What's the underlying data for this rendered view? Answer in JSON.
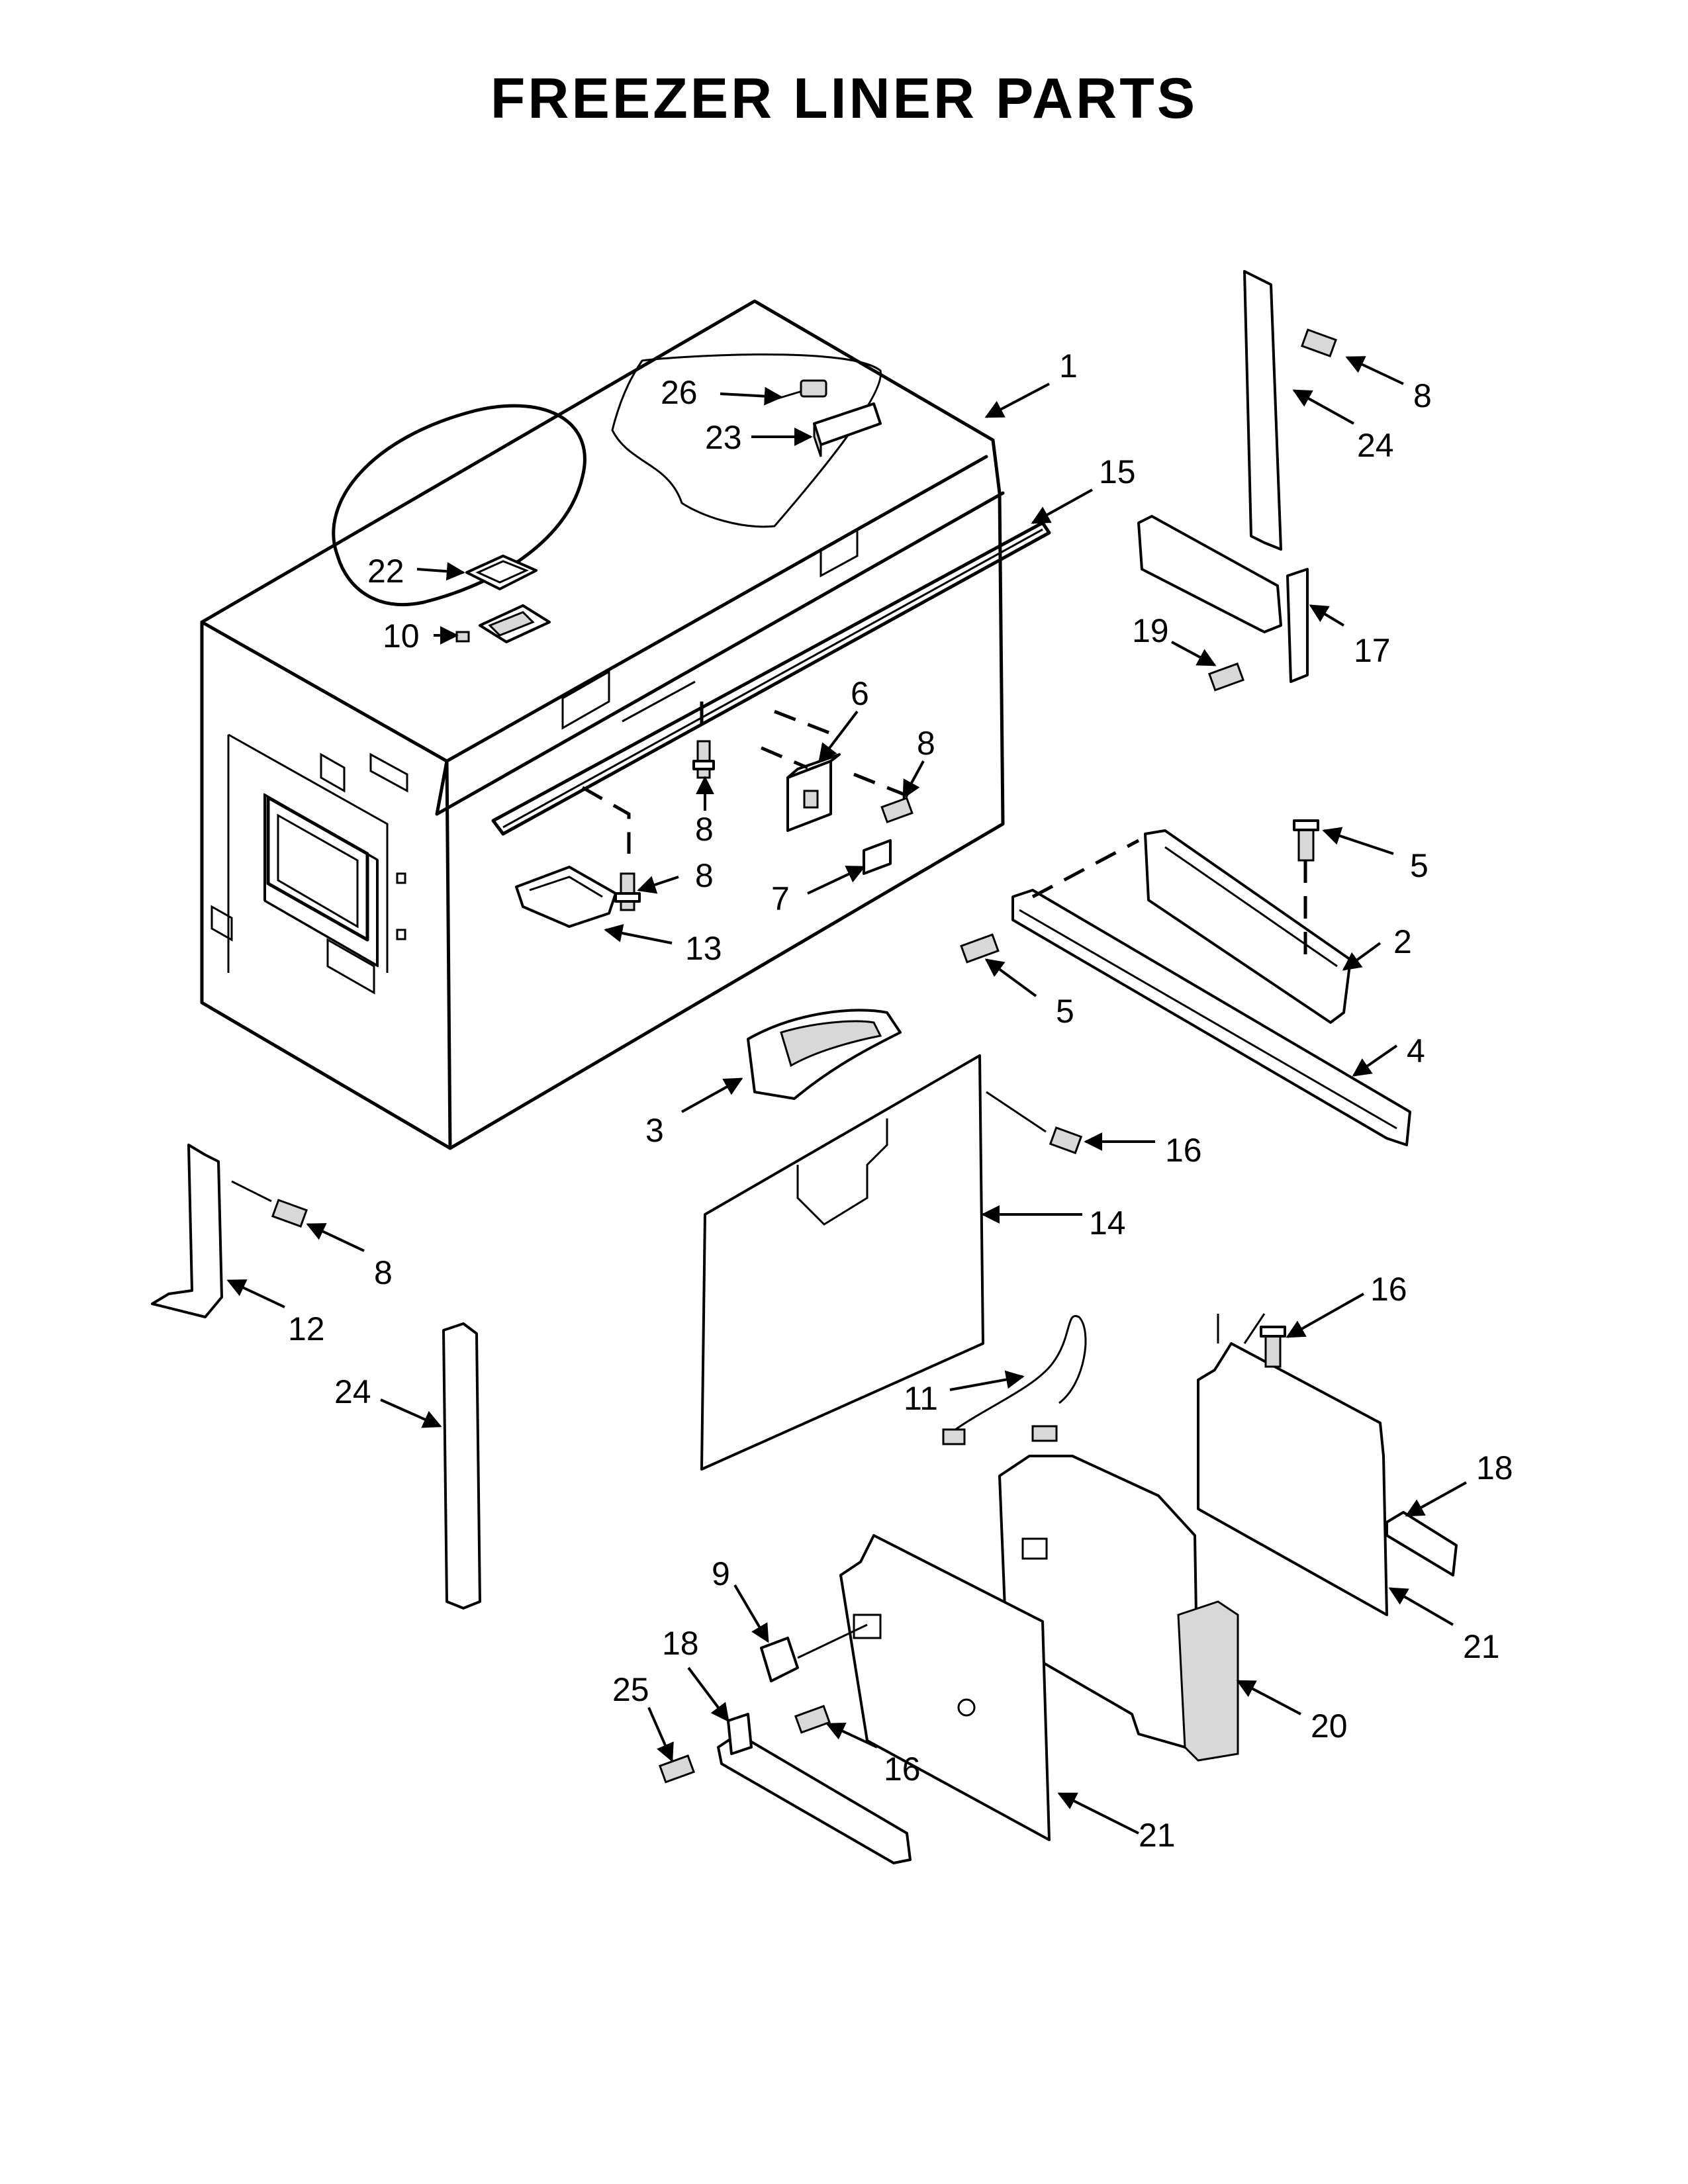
{
  "title": "FREEZER LINER PARTS",
  "callouts": [
    {
      "id": "c1",
      "text": "1"
    },
    {
      "id": "c26",
      "text": "26"
    },
    {
      "id": "c23",
      "text": "23"
    },
    {
      "id": "c15",
      "text": "15"
    },
    {
      "id": "c22",
      "text": "22"
    },
    {
      "id": "c10",
      "text": "10"
    },
    {
      "id": "c6",
      "text": "6"
    },
    {
      "id": "c8a",
      "text": "8"
    },
    {
      "id": "c8b",
      "text": "8"
    },
    {
      "id": "c13",
      "text": "13"
    },
    {
      "id": "c7",
      "text": "7"
    },
    {
      "id": "c8c",
      "text": "8"
    },
    {
      "id": "c24a",
      "text": "24"
    },
    {
      "id": "c19",
      "text": "19"
    },
    {
      "id": "c17",
      "text": "17"
    },
    {
      "id": "c5a",
      "text": "5"
    },
    {
      "id": "c2",
      "text": "2"
    },
    {
      "id": "c5b",
      "text": "5"
    },
    {
      "id": "c4",
      "text": "4"
    },
    {
      "id": "c3",
      "text": "3"
    },
    {
      "id": "c16a",
      "text": "16"
    },
    {
      "id": "c14",
      "text": "14"
    },
    {
      "id": "c8d",
      "text": "8"
    },
    {
      "id": "c12",
      "text": "12"
    },
    {
      "id": "c24b",
      "text": "24"
    },
    {
      "id": "c16b",
      "text": "16"
    },
    {
      "id": "c11",
      "text": "11"
    },
    {
      "id": "c18a",
      "text": "18"
    },
    {
      "id": "c21a",
      "text": "21"
    },
    {
      "id": "c9",
      "text": "9"
    },
    {
      "id": "c18b",
      "text": "18"
    },
    {
      "id": "c25",
      "text": "25"
    },
    {
      "id": "c16c",
      "text": "16"
    },
    {
      "id": "c20",
      "text": "20"
    },
    {
      "id": "c21b",
      "text": "21"
    }
  ]
}
